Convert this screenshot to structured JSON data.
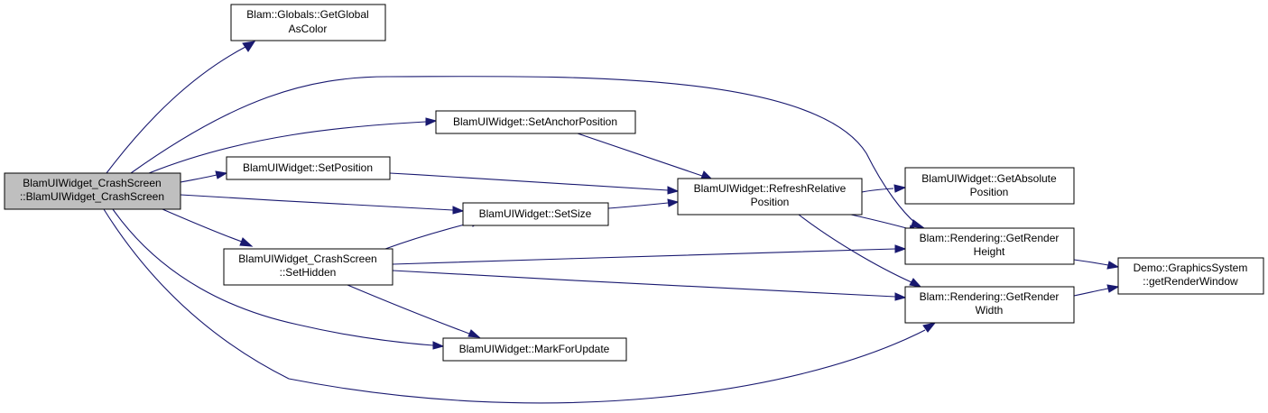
{
  "nodes": [
    {
      "id": "crash_ctor",
      "lines": [
        "BlamUIWidget_CrashScreen",
        "::BlamUIWidget_CrashScreen"
      ],
      "highlighted": true
    },
    {
      "id": "get_global_color",
      "lines": [
        "Blam::Globals::GetGlobal",
        "AsColor"
      ]
    },
    {
      "id": "set_anchor",
      "lines": [
        "BlamUIWidget::SetAnchorPosition"
      ]
    },
    {
      "id": "set_position",
      "lines": [
        "BlamUIWidget::SetPosition"
      ]
    },
    {
      "id": "set_size",
      "lines": [
        "BlamUIWidget::SetSize"
      ]
    },
    {
      "id": "set_hidden",
      "lines": [
        "BlamUIWidget_CrashScreen",
        "::SetHidden"
      ]
    },
    {
      "id": "mark_update",
      "lines": [
        "BlamUIWidget::MarkForUpdate"
      ]
    },
    {
      "id": "refresh_rel",
      "lines": [
        "BlamUIWidget::RefreshRelative",
        "Position"
      ]
    },
    {
      "id": "get_abs",
      "lines": [
        "BlamUIWidget::GetAbsolute",
        "Position"
      ]
    },
    {
      "id": "render_height",
      "lines": [
        "Blam::Rendering::GetRender",
        "Height"
      ]
    },
    {
      "id": "render_width",
      "lines": [
        "Blam::Rendering::GetRender",
        "Width"
      ]
    },
    {
      "id": "render_window",
      "lines": [
        "Demo::GraphicsSystem",
        "::getRenderWindow"
      ]
    }
  ],
  "edges": [
    {
      "from": "crash_ctor",
      "to": "get_global_color"
    },
    {
      "from": "crash_ctor",
      "to": "render_height"
    },
    {
      "from": "crash_ctor",
      "to": "set_anchor"
    },
    {
      "from": "crash_ctor",
      "to": "set_position"
    },
    {
      "from": "crash_ctor",
      "to": "set_size"
    },
    {
      "from": "crash_ctor",
      "to": "set_hidden"
    },
    {
      "from": "crash_ctor",
      "to": "mark_update"
    },
    {
      "from": "crash_ctor",
      "to": "render_width"
    },
    {
      "from": "set_anchor",
      "to": "refresh_rel"
    },
    {
      "from": "set_position",
      "to": "refresh_rel"
    },
    {
      "from": "set_size",
      "to": "refresh_rel"
    },
    {
      "from": "set_hidden",
      "to": "set_size"
    },
    {
      "from": "set_hidden",
      "to": "render_height"
    },
    {
      "from": "set_hidden",
      "to": "render_width"
    },
    {
      "from": "set_hidden",
      "to": "mark_update"
    },
    {
      "from": "refresh_rel",
      "to": "get_abs"
    },
    {
      "from": "refresh_rel",
      "to": "render_height"
    },
    {
      "from": "refresh_rel",
      "to": "render_width"
    },
    {
      "from": "render_height",
      "to": "render_window"
    },
    {
      "from": "render_width",
      "to": "render_window"
    }
  ],
  "colors": {
    "edge": "#191970",
    "node_border": "#000000",
    "node_fill": "#ffffff",
    "highlight_fill": "#bfbfbf"
  }
}
